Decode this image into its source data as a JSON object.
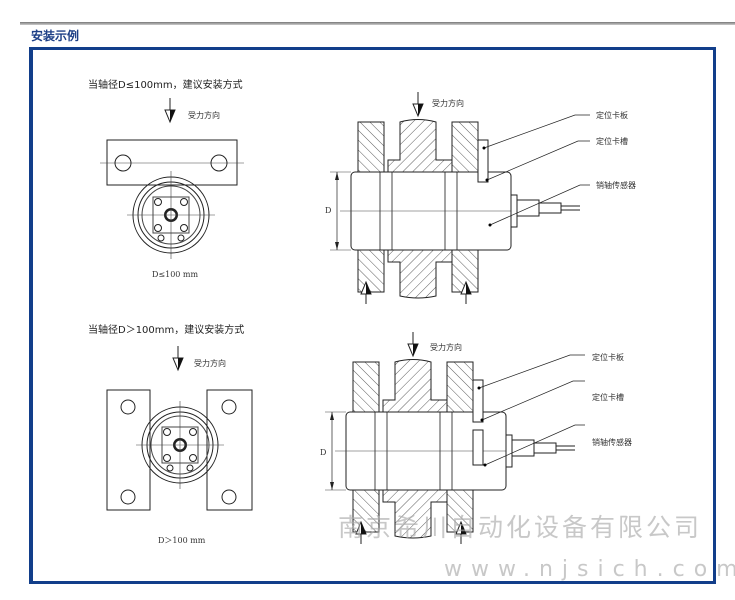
{
  "header": {
    "title": "安装示例"
  },
  "case1": {
    "caption": "当轴径D≤100mm，建议安装方式",
    "force_label": "受力方向",
    "side_force_label": "受力方向",
    "dim_label": "D≤100 mm",
    "d_label": "D",
    "callouts": [
      "定位卡板",
      "定位卡槽",
      "销轴传感器"
    ]
  },
  "case2": {
    "caption": "当轴径D＞100mm，建议安装方式",
    "force_label": "受力方向",
    "side_force_label": "受力方向",
    "dim_label": "D＞100 mm",
    "d_label": "D",
    "callouts": [
      "定位卡板",
      "定位卡槽",
      "销轴传感器"
    ]
  },
  "watermark": {
    "company": "南京希川自动化设备有限公司",
    "url": "www.njsich.com"
  }
}
